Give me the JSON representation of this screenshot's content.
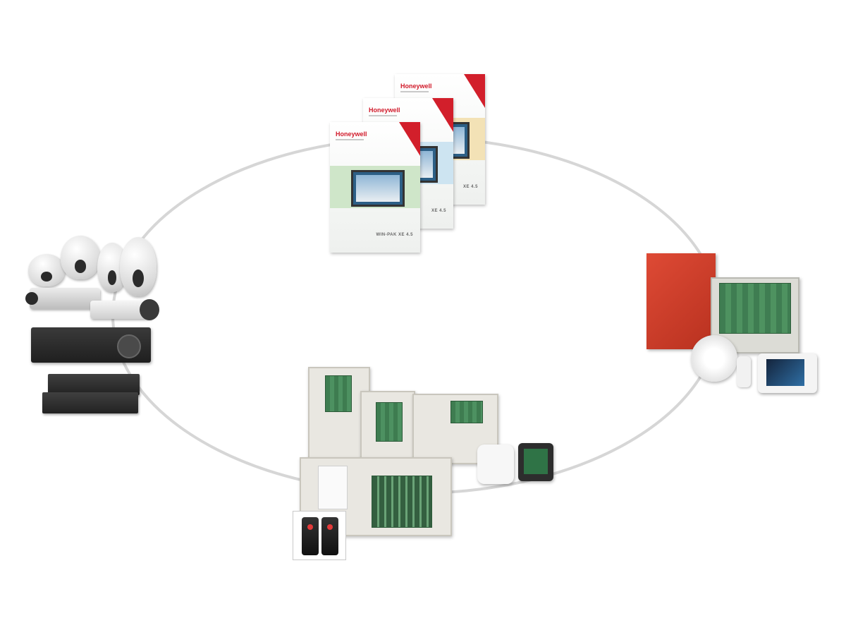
{
  "brochures": {
    "logo_text": "Honeywell",
    "caption_a": "WIN-PAK XE 4.5",
    "caption_b": "XE 4.5",
    "caption_c": "XE 4.5"
  },
  "colors": {
    "ring": "#d6d6d6",
    "fire_cabinet": "#c93b27",
    "brand_red": "#d11a2a",
    "pcb_green": "#3f7d52"
  }
}
